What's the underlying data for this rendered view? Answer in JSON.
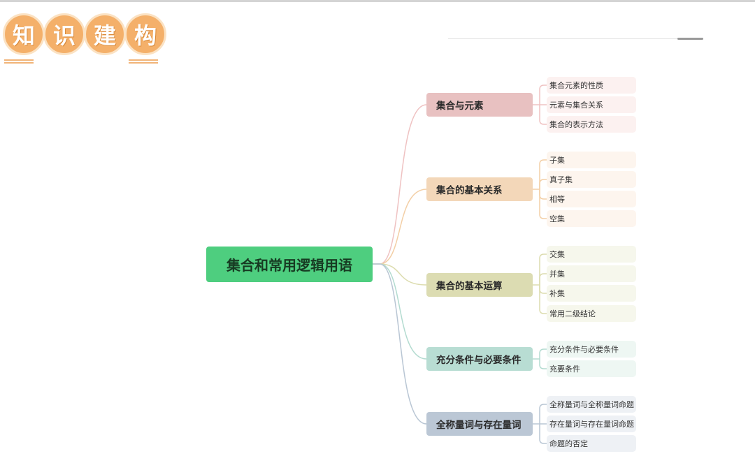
{
  "header": {
    "badge_chars": [
      "知",
      "识",
      "建",
      "构"
    ]
  },
  "mindmap": {
    "root": "集合和常用逻辑用语",
    "branches": [
      {
        "label": "集合与元素",
        "color": "#e8c1c1",
        "leaf_color": "#fcf1f0",
        "line_color": "#efc2c2",
        "leaves": [
          "集合元素的性质",
          "元素与集合关系",
          "集合的表示方法"
        ]
      },
      {
        "label": "集合的基本关系",
        "color": "#f3d7b9",
        "leaf_color": "#fdf5ee",
        "line_color": "#f3cfa6",
        "leaves": [
          "子集",
          "真子集",
          "相等",
          "空集"
        ]
      },
      {
        "label": "集合的基本运算",
        "color": "#dcdcb2",
        "leaf_color": "#f6f7ec",
        "line_color": "#dcdcae",
        "leaves": [
          "交集",
          "并集",
          "补集",
          "常用二级结论"
        ]
      },
      {
        "label": "充分条件与必要条件",
        "color": "#b8ddd3",
        "leaf_color": "#eef7f3",
        "line_color": "#b3dbd0",
        "leaves": [
          "充分条件与必要条件",
          "充要条件"
        ]
      },
      {
        "label": "全称量词与存在量词",
        "color": "#bbc7d5",
        "leaf_color": "#eef1f5",
        "line_color": "#b9c6d4",
        "leaves": [
          "全称量词与全称量词命题",
          "存在量词与存在量词命题",
          "命题的否定"
        ]
      }
    ]
  }
}
